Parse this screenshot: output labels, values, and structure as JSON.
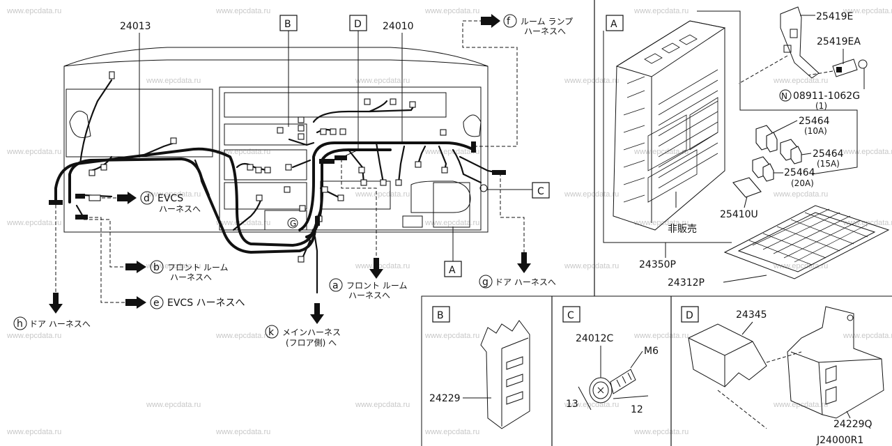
{
  "watermark": "www.epcdata.ru",
  "diagram_code": "J24000R1",
  "parts": {
    "p24013": "24013",
    "p24010": "24010",
    "p25419e": "25419E",
    "p25419ea": "25419EA",
    "p08911_n": "N",
    "p08911": "08911-1062G",
    "p08911_qty": "(1)",
    "p25464a": "25464",
    "p25464a_sub": "(10A)",
    "p25464b": "25464",
    "p25464b_sub": "(15A)",
    "p25464c": "25464",
    "p25464c_sub": "(20A)",
    "p25410u": "25410U",
    "not_for_sale": "非販売",
    "p24350p": "24350P",
    "p24312p": "24312P",
    "p24229": "24229",
    "p24012c": "24012C",
    "m6": "M6",
    "dim13": "13",
    "dim12": "12",
    "p24345": "24345",
    "p24229q": "24229Q"
  },
  "callouts": {
    "A": "A",
    "B": "B",
    "C": "C",
    "D": "D"
  },
  "harness_refs": {
    "a": {
      "letter": "a",
      "line1": "フロント ルーム",
      "line2": "ハーネスへ"
    },
    "b": {
      "letter": "b",
      "line1": "フロント ルーム",
      "line2": "ハーネスへ"
    },
    "d": {
      "letter": "d",
      "line1": "EVCS",
      "line2": "ハーネスへ"
    },
    "e": {
      "letter": "e",
      "line1": "EVCS ハーネスへ"
    },
    "f": {
      "letter": "f",
      "line1": "ルーム ランプ",
      "line2": "ハーネスへ"
    },
    "g": {
      "letter": "g",
      "line1": "ドア ハーネスへ"
    },
    "h": {
      "letter": "h",
      "line1": "ドア ハーネスへ"
    },
    "k": {
      "letter": "k",
      "line1": "メインハーネス",
      "line2": "(フロア側) へ"
    }
  },
  "connector_label": "G"
}
